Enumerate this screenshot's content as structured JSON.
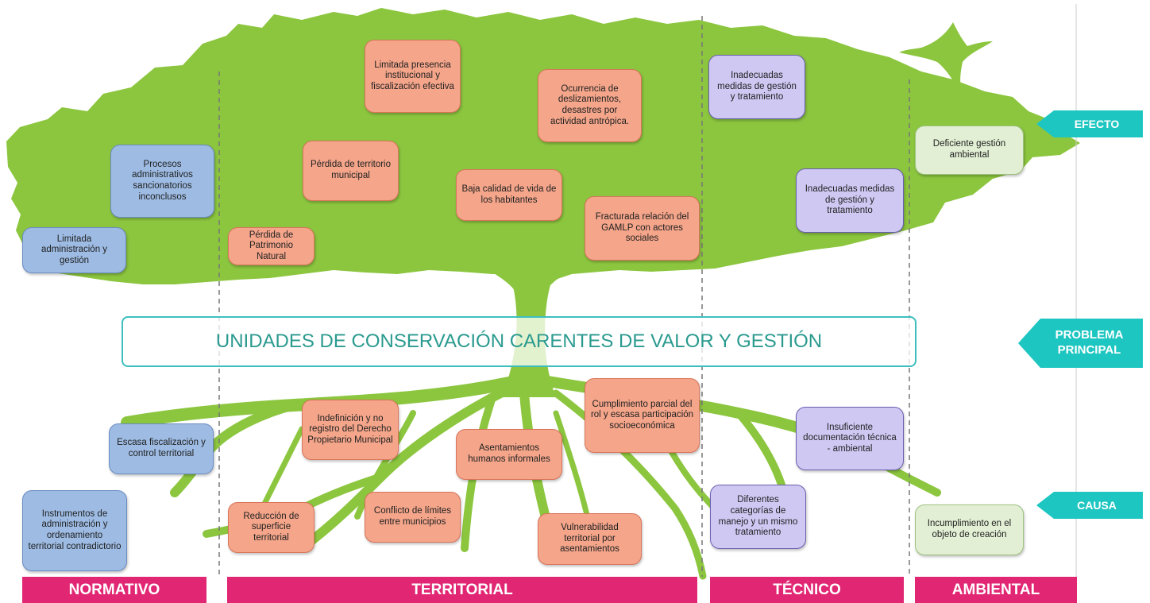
{
  "colors": {
    "tree": "#8cc63f",
    "category_bar": "#e12773",
    "tag": "#1ec6c1",
    "main_problem_text": "#2a9a8f"
  },
  "tags": {
    "effect": "EFECTO",
    "main_problem_line1": "PROBLEMA",
    "main_problem_line2": "PRINCIPAL",
    "cause": "CAUSA"
  },
  "main_problem": "UNIDADES DE CONSERVACIÓN CARENTES DE VALOR Y GESTIÓN",
  "categories": {
    "normativo": "NORMATIVO",
    "territorial": "TERRITORIAL",
    "tecnico": "TÉCNICO",
    "ambiental": "AMBIENTAL"
  },
  "effects": {
    "normativo": [
      "Procesos administrativos sancionatorios inconclusos",
      "Limitada administración y gestión"
    ],
    "territorial": [
      "Limitada presencia institucional y fiscalización efectiva",
      "Ocurrencia de deslizamientos, desastres por actividad antrópica.",
      "Pérdida de territorio municipal",
      "Baja calidad de vida de los habitantes",
      "Fracturada relación del GAMLP con actores sociales",
      "Pérdida de Patrimonio Natural"
    ],
    "tecnico": [
      "Inadecuadas medidas de gestión y tratamiento",
      "Inadecuadas medidas de gestión y tratamiento"
    ],
    "ambiental": [
      "Deficiente gestión ambiental"
    ]
  },
  "causes": {
    "normativo": [
      "Escasa fiscalización y control territorial",
      "Instrumentos de administración y ordenamiento territorial contradictorio"
    ],
    "territorial": [
      "Indefinición y no registro del Derecho Propietario Municipal",
      "Cumplimiento parcial del rol y escasa participación socioeconómica",
      "Asentamientos humanos informales",
      "Reducción de superficie territorial",
      "Conflicto de límites entre municipios",
      "Vulnerabilidad territorial por asentamientos"
    ],
    "tecnico": [
      "Insuficiente documentación técnica - ambiental",
      "Diferentes categorías de manejo y un mismo tratamiento"
    ],
    "ambiental": [
      "Incumplimiento en el objeto de creación"
    ]
  }
}
